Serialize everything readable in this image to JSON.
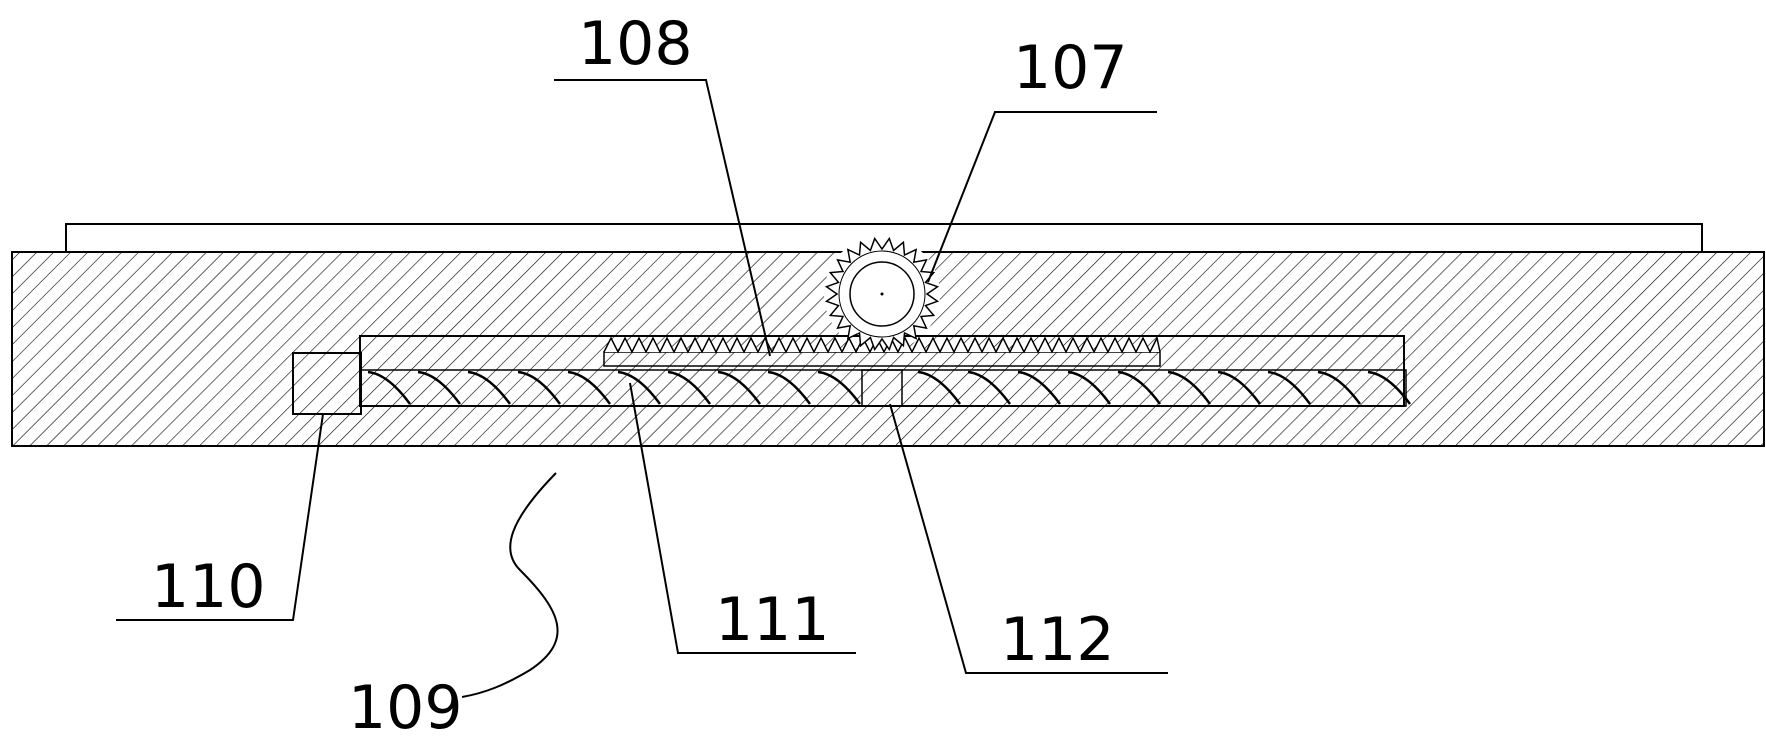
{
  "labels": {
    "l107": "107",
    "l108": "108",
    "l109": "109",
    "l110": "110",
    "l111": "111",
    "l112": "112"
  },
  "colors": {
    "ink": "#000000",
    "background": "#ffffff"
  }
}
